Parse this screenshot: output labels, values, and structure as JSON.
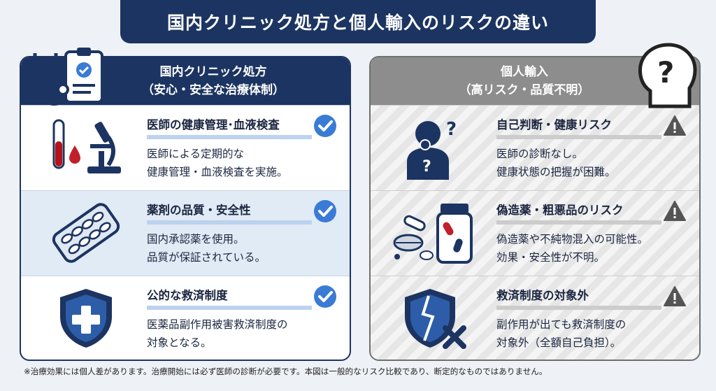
{
  "title": "国内クリニック処方と個人輸入のリスクの違い",
  "left_panel": {
    "title": "国内クリニック処方",
    "subtitle": "（安心・安全な治療体制）",
    "rows": [
      {
        "title": "医師の健康管理･血液検査",
        "text": "医師による定期的な\n健康管理・血液検査を実施。"
      },
      {
        "title": "薬剤の品質・安全性",
        "text": "国内承認薬を使用。\n品質が保証されている。"
      },
      {
        "title": "公的な救済制度",
        "text": "医薬品副作用被害救済制度の\n対象となる。"
      }
    ]
  },
  "right_panel": {
    "title": "個人輸入",
    "subtitle": "（高リスク・品質不明）",
    "rows": [
      {
        "title": "自己判断・健康リスク",
        "text": "医師の診断なし。\n健康状態の把握が困難。"
      },
      {
        "title": "偽造薬・粗悪品のリスク",
        "text": "偽造薬や不純物混入の可能性。\n効果・安全性が不明。"
      },
      {
        "title": "救済制度の対象外",
        "text": "副作用が出ても救済制度の\n対象外（全額自己負担）。"
      }
    ]
  },
  "footnote": "※治療効果には個人差があります。治療開始には必ず医師の診断が必要です。本図は一般的なリスク比較であり、断定的なものではありません。",
  "icons": {
    "left_header": "stethoscope-clipboard-icon",
    "right_header": "head-question-icon",
    "left_rows": [
      "blood-test-microscope-icon",
      "pill-blister-pack-icon",
      "medical-cross-shield-icon"
    ],
    "right_rows": [
      "confused-person-icon",
      "pills-bottle-icon",
      "broken-shield-icon"
    ],
    "left_mark": "check-circle-icon",
    "right_mark": "warning-triangle-icon"
  },
  "colors": {
    "navy": "#1c3461",
    "accent_blue": "#3a7bd5",
    "gray": "#8d8d8d",
    "red": "#c0202a"
  }
}
